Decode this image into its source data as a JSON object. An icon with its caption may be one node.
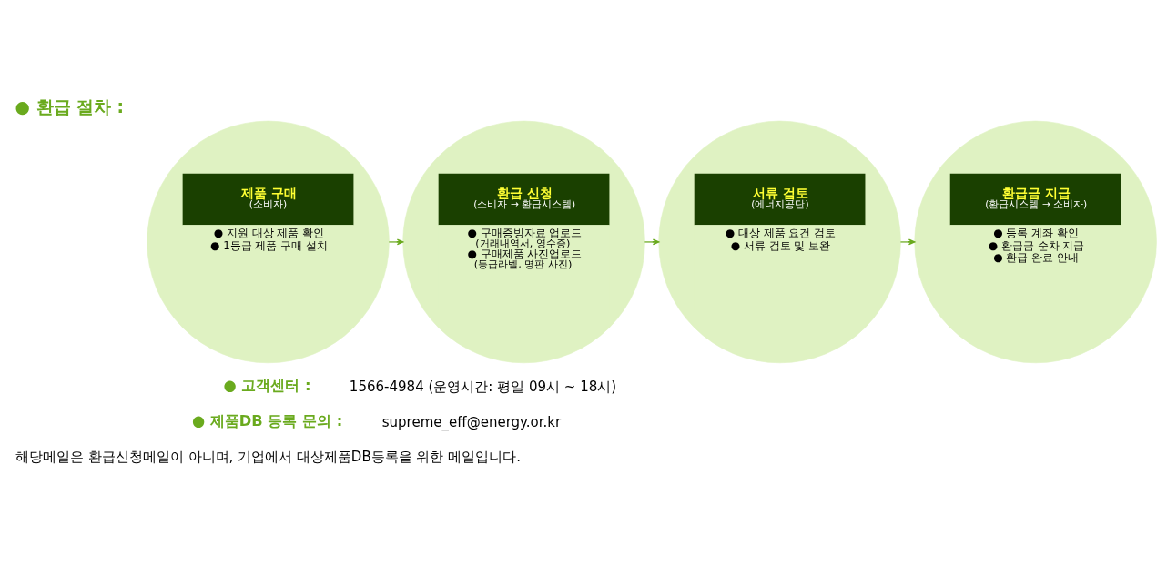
{
  "diagram": {
    "title": "● 환급 절차 :",
    "nodes": [
      {
        "text": [
          "제품 구매",
          "(소비자)",
          "● 지원 대상 제품 확인",
          "● 1등급 제품 구매 설치"
        ]
      },
      {
        "text": [
          "환급 신청",
          "(소비자 → 환급시스템)",
          "● 구매증빙자료 업로드",
          "(거래내역서, 영수증)",
          "● 구매제품 사진업로드",
          "(등급라벨, 명판 사진)"
        ]
      },
      {
        "text": [
          "서류 검토",
          "(에너지공단)",
          "● 대상 제품 요건 검토",
          "● 서류 검토 및 보완"
        ]
      },
      {
        "text": [
          "환급금 지급",
          "(환급시스템 → 소비자)",
          "● 등록 계좌 확인",
          "● 환급금 순차 지급",
          "● 환급 완료 안내"
        ]
      }
    ],
    "edges": [
      {
        "from": 0,
        "to": 1,
        "arrow": "to"
      },
      {
        "from": 1,
        "to": 2,
        "arrow": "to"
      },
      {
        "from": 2,
        "to": 3,
        "arrow": "to"
      }
    ],
    "labels": [
      "● 고객센터 :",
      "1566-4984 (운영시간: 평일 09시 ~ 18시)",
      "● 제품DB 등록 문의 :",
      "supreme_eff@energy.or.kr",
      "해당메일은 환급신청메일이 아니며, 기업에서 대상제품DB등록을 위한 메일입니다."
    ]
  }
}
